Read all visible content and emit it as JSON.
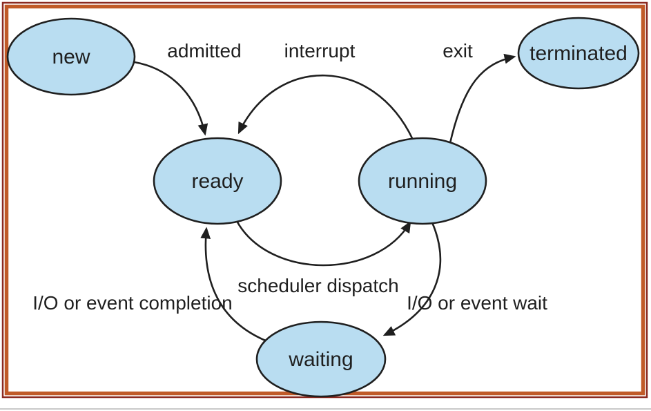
{
  "diagram": {
    "type": "state-diagram",
    "description": "process state transition diagram"
  },
  "states": {
    "new": "new",
    "ready": "ready",
    "running": "running",
    "waiting": "waiting",
    "terminated": "terminated"
  },
  "transitions": {
    "admitted": "admitted",
    "interrupt": "interrupt",
    "exit": "exit",
    "scheduler_dispatch": "scheduler dispatch",
    "io_event_wait": "I/O or event wait",
    "io_event_completion": "I/O or event completion"
  },
  "colors": {
    "state_fill": "#b9ddf1",
    "state_stroke": "#1f1f1f",
    "arrow": "#1f1f1f",
    "frame_outer": "#8b2a21",
    "frame_inner": "#c05a28",
    "background": "#ffffff"
  }
}
